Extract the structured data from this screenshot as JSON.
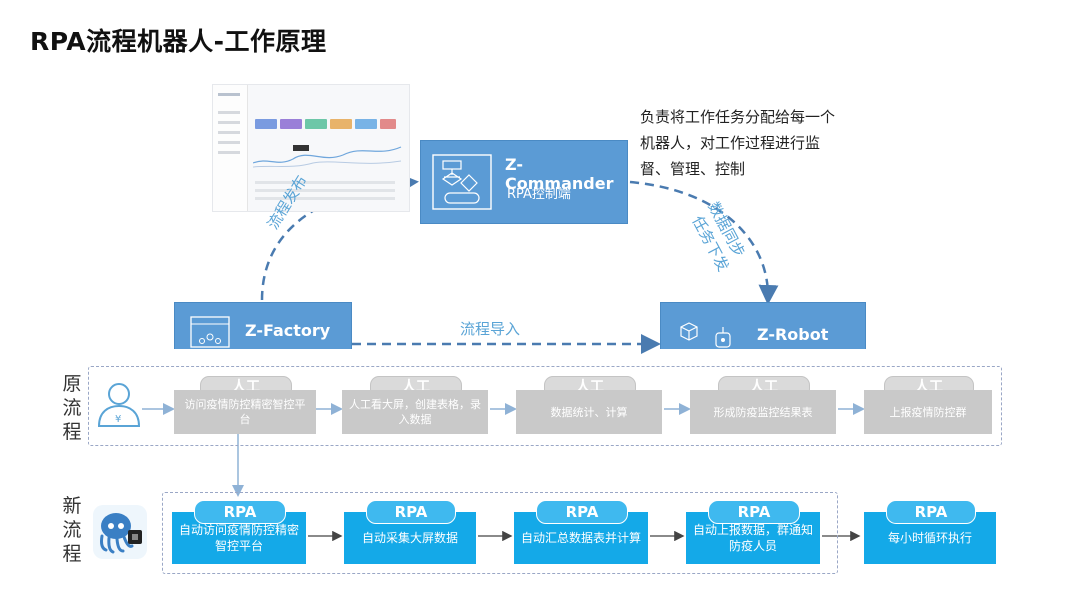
{
  "title": "RPA流程机器人-工作原理",
  "commander": {
    "name": "Z-Commander",
    "sub": "RPA控制端"
  },
  "factory": {
    "name": "Z-Factory"
  },
  "robot": {
    "name": "Z-Robot"
  },
  "note": "负责将工作任务分配给每一个机器人，对工作过程进行监督、管理、控制",
  "arcs": {
    "publish": "流程发布",
    "sync": "数据同步",
    "dispatch": "任务下发",
    "import": "流程导入"
  },
  "original_flow": {
    "label": "原流程",
    "steps": [
      {
        "tag": "人工",
        "text": "访问疫情防控精密智控平台"
      },
      {
        "tag": "人工",
        "text": "人工看大屏，创建表格，录入数据"
      },
      {
        "tag": "人工",
        "text": "数据统计、计算"
      },
      {
        "tag": "人工",
        "text": "形成防疫监控结果表"
      },
      {
        "tag": "人工",
        "text": "上报疫情防控群"
      }
    ]
  },
  "new_flow": {
    "label": "新流程",
    "steps": [
      {
        "tag": "RPA",
        "text": "自动访问疫情防控精密智控平台"
      },
      {
        "tag": "RPA",
        "text": "自动采集大屏数据"
      },
      {
        "tag": "RPA",
        "text": "自动汇总数据表并计算"
      },
      {
        "tag": "RPA",
        "text": "自动上报数据，群通知防疫人员"
      },
      {
        "tag": "RPA",
        "text": "每小时循环执行"
      }
    ]
  },
  "colors": {
    "box_blue": "#5b9bd5",
    "step_blue": "#14a9e8",
    "step_grey": "#c9c9c9",
    "dash": "#4a7bb0",
    "arc_text": "#5aa4d6"
  },
  "icons": [
    "workflow-icon",
    "screen-nodes-icon",
    "cube-icon",
    "robot-icon",
    "person-yuan-icon",
    "octopus-rpa-icon"
  ]
}
